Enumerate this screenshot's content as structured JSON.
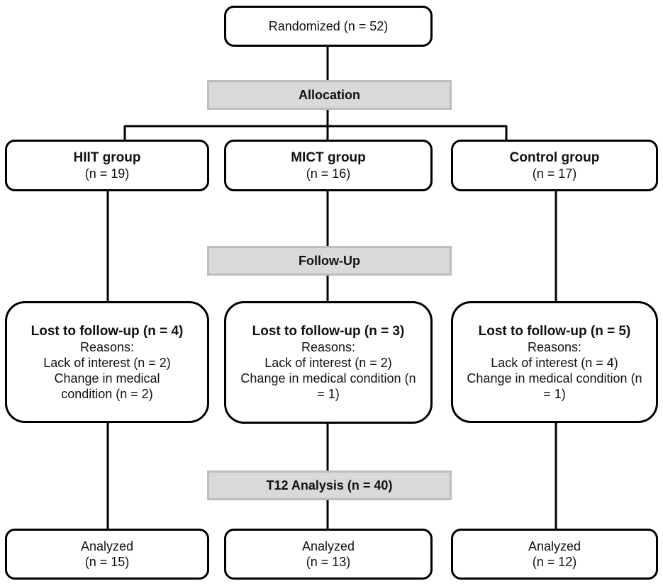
{
  "randomized": "Randomized (n = 52)",
  "stages": {
    "allocation": "Allocation",
    "follow_up": "Follow-Up",
    "analysis": "T12 Analysis (n = 40)"
  },
  "groups": [
    {
      "name": "HIIT group",
      "n": "(n = 19)",
      "lost_title": "Lost to follow-up (n = 4)",
      "reasons_label": "Reasons:",
      "reasons": [
        "Lack of interest (n = 2)",
        "Change in medical condition (n = 2)"
      ],
      "analyzed_label": "Analyzed",
      "analyzed_n": "(n = 15)"
    },
    {
      "name": "MICT group",
      "n": "(n = 16)",
      "lost_title": "Lost to follow-up (n = 3)",
      "reasons_label": "Reasons:",
      "reasons": [
        "Lack of interest (n = 2)",
        "Change in medical condition (n = 1)"
      ],
      "analyzed_label": "Analyzed",
      "analyzed_n": "(n = 13)"
    },
    {
      "name": "Control group",
      "n": "(n = 17)",
      "lost_title": "Lost to follow-up (n = 5)",
      "reasons_label": "Reasons:",
      "reasons": [
        "Lack of interest (n = 4)",
        "Change in medical condition (n = 1)"
      ],
      "analyzed_label": "Analyzed",
      "analyzed_n": "(n = 12)"
    }
  ]
}
